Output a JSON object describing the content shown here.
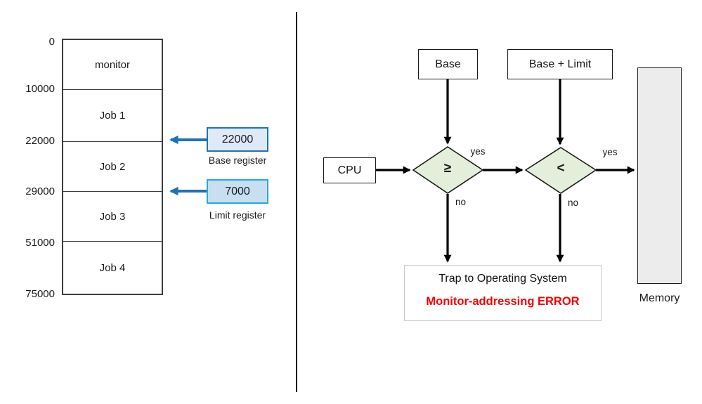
{
  "left_panel": {
    "addresses": [
      "0",
      "10000",
      "22000",
      "29000",
      "51000",
      "75000"
    ],
    "segments": [
      "monitor",
      "Job 1",
      "Job 2",
      "Job 3",
      "Job 4"
    ],
    "base_register": {
      "value": "22000",
      "label": "Base register"
    },
    "limit_register": {
      "value": "7000",
      "label": "Limit register"
    }
  },
  "right_panel": {
    "cpu_label": "CPU",
    "base_box_label": "Base",
    "base_limit_box_label": "Base + Limit",
    "decision_ge": "≥",
    "decision_lt": "<",
    "edge_labels": {
      "ge_yes": "yes",
      "ge_no": "no",
      "lt_yes": "yes",
      "lt_no": "no"
    },
    "trap": {
      "line1": "Trap to Operating System",
      "line2": "Monitor-addressing ERROR"
    },
    "memory_label": "Memory"
  },
  "colors": {
    "blue": "#1e73b8",
    "cyan": "#29a8e0",
    "reg-base-fill": "#dfeaf8",
    "reg-limit-fill": "#c7dff0",
    "diamond-green": "#e3efdb",
    "memory-gray": "#ececec",
    "trap-border": "#c9c9c9",
    "red": "#f40000"
  }
}
